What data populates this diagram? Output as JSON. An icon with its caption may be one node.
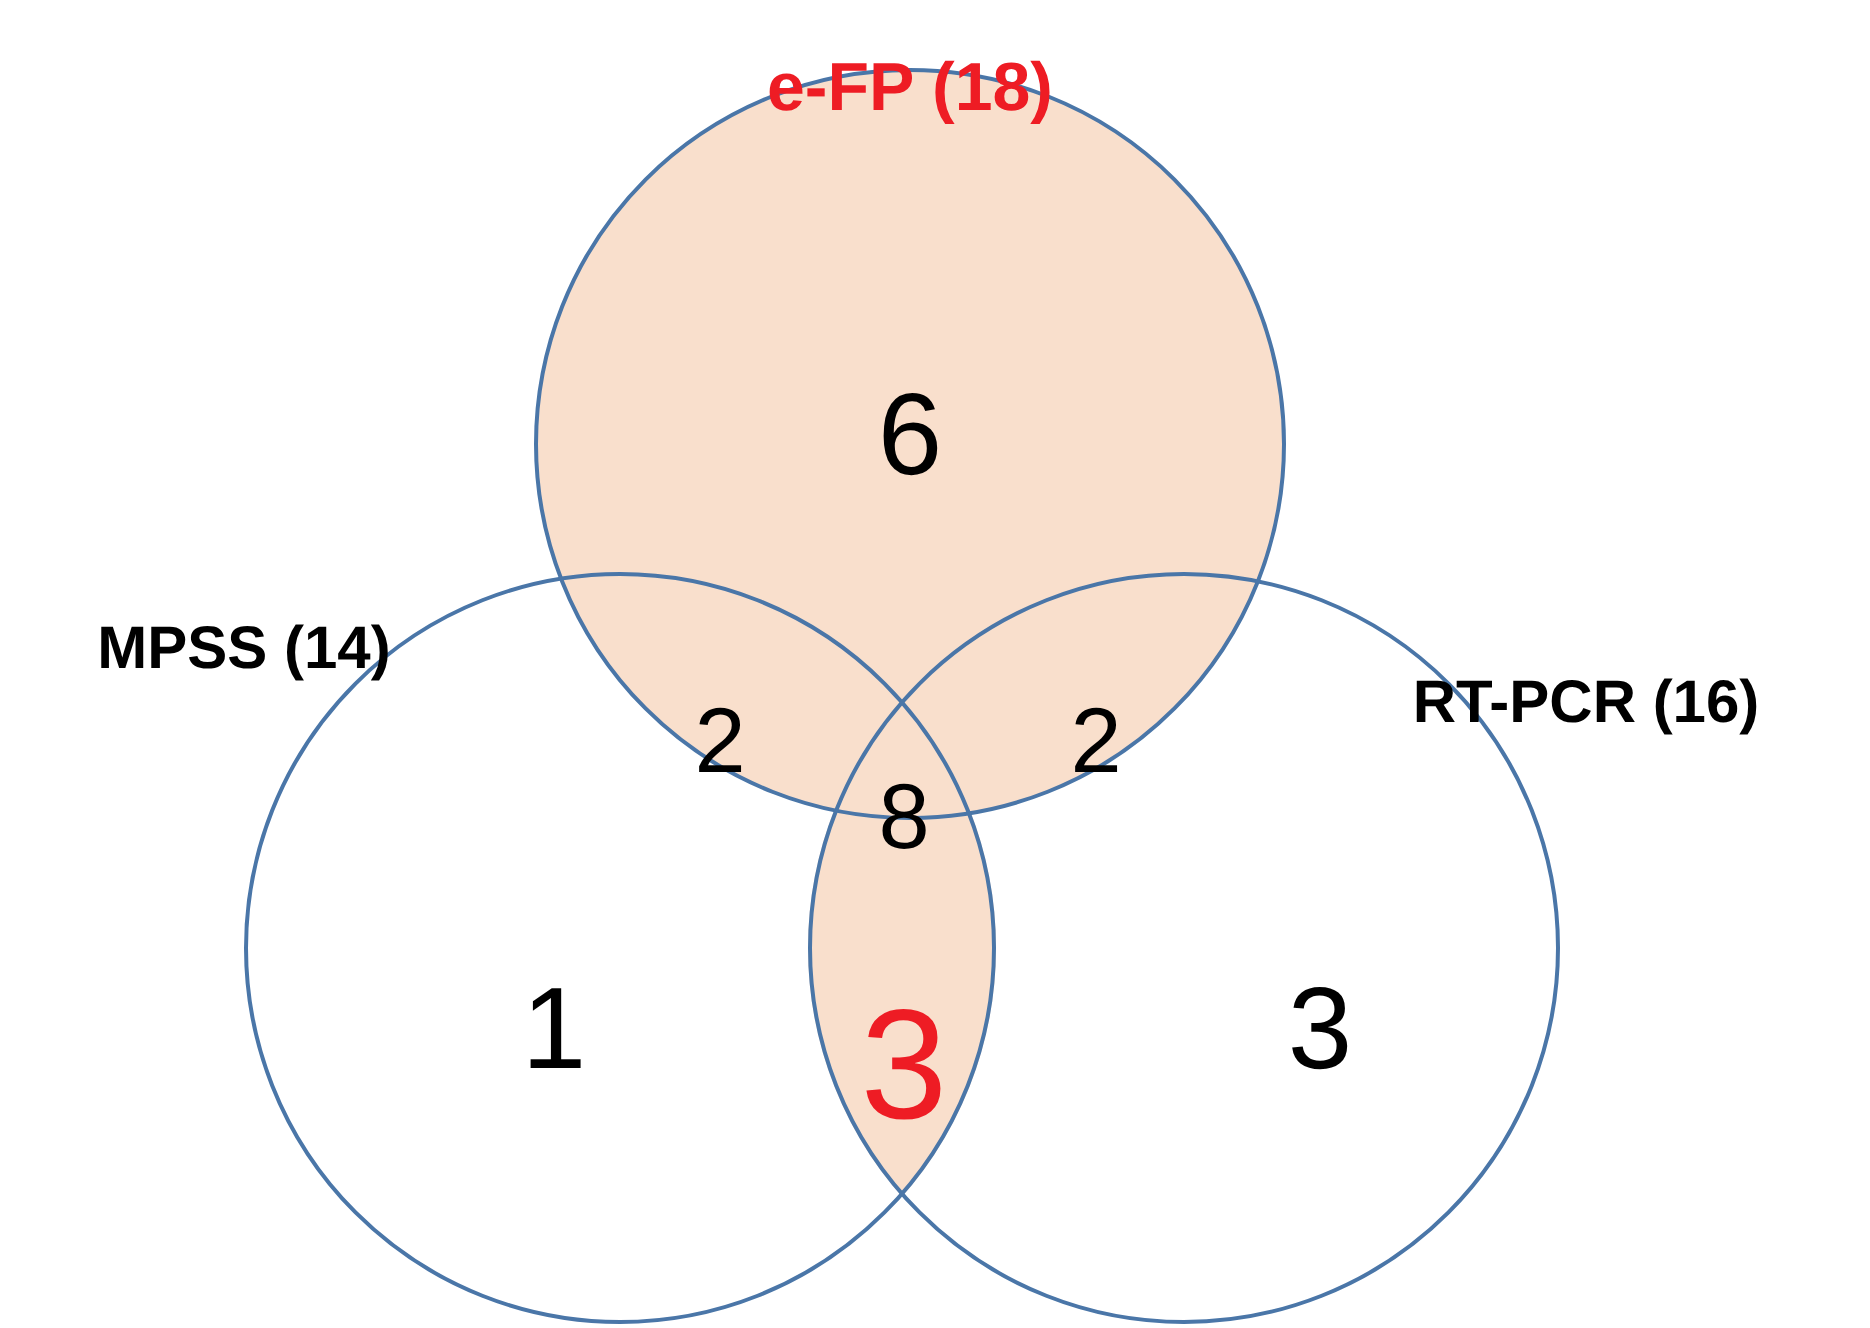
{
  "diagram": {
    "nodes": [
      {
        "text": [
          "e-FP (18)",
          "6"
        ]
      },
      {
        "text": [
          "MPSS (14)",
          "1"
        ]
      },
      {
        "text": [
          "RT-PCR (16)",
          "3"
        ]
      }
    ],
    "labels": [
      "2",
      "8",
      "2",
      "3"
    ]
  }
}
